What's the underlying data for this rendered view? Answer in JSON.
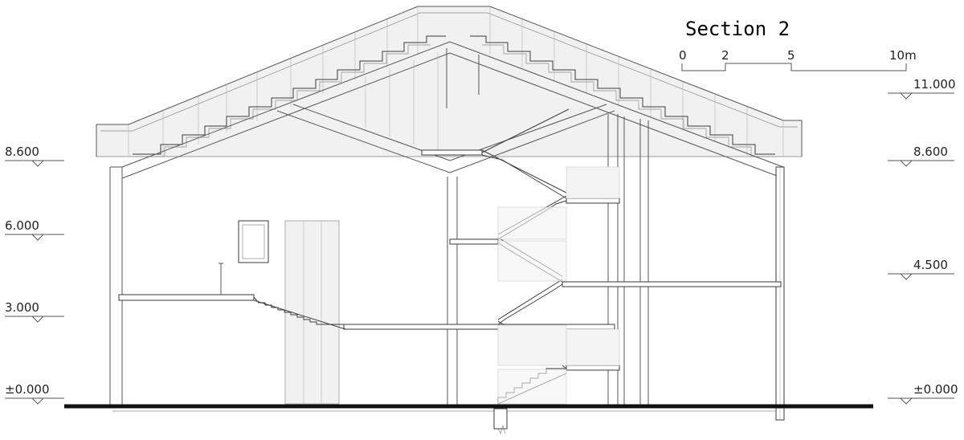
{
  "title": "Section 2",
  "scale_bar": {
    "labels": [
      "0",
      "2",
      "5",
      "10m"
    ]
  },
  "levels_left": [
    "8.600",
    "6.000",
    "3.000",
    "±0.000"
  ],
  "levels_right": [
    "11.000",
    "8.600",
    "4.500",
    "±0.000"
  ],
  "colors": {
    "line": "#555555",
    "glass": "#f1f1f1",
    "ground": "#111111"
  }
}
